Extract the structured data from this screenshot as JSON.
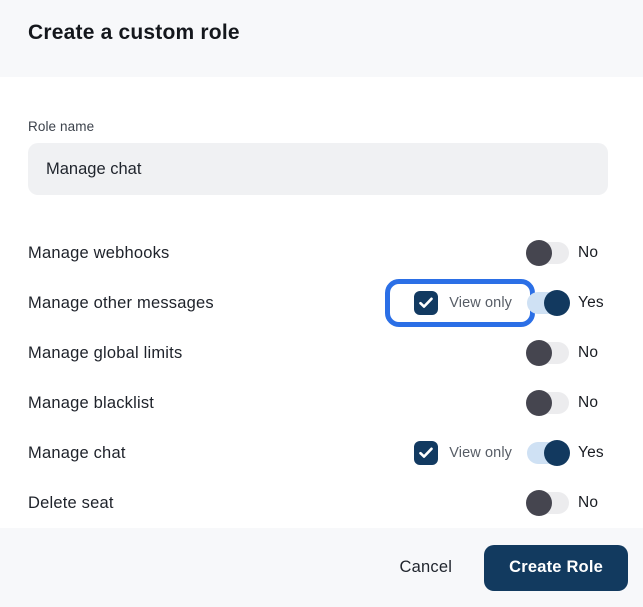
{
  "modal": {
    "title": "Create a custom role",
    "form": {
      "role_name_label": "Role name",
      "role_name_value": "Manage chat"
    },
    "permissions": [
      {
        "label": "Manage webhooks",
        "toggle_state": "off",
        "toggle_label": "No",
        "view_only": null,
        "checked": false,
        "highlighted": false
      },
      {
        "label": "Manage other messages",
        "toggle_state": "on",
        "toggle_label": "Yes",
        "view_only": "View only",
        "checked": true,
        "highlighted": true
      },
      {
        "label": "Manage global limits",
        "toggle_state": "off",
        "toggle_label": "No",
        "view_only": null,
        "checked": false,
        "highlighted": false
      },
      {
        "label": "Manage blacklist",
        "toggle_state": "off",
        "toggle_label": "No",
        "view_only": null,
        "checked": false,
        "highlighted": false
      },
      {
        "label": "Manage chat",
        "toggle_state": "on",
        "toggle_label": "Yes",
        "view_only": "View only",
        "checked": true,
        "highlighted": false
      },
      {
        "label": "Delete seat",
        "toggle_state": "off",
        "toggle_label": "No",
        "view_only": null,
        "checked": false,
        "highlighted": false
      }
    ],
    "footer": {
      "cancel_label": "Cancel",
      "create_label": "Create Role"
    },
    "colors": {
      "accent_navy": "#123a5f",
      "highlight_blue": "#2b6fe6",
      "checkbox_navy": "#123a61",
      "toggle_off_knob": "#45454f",
      "toggle_off_track": "#ececee",
      "toggle_on_track": "#cfe1f4",
      "toggle_on_knob": "#12395f",
      "header_footer_bg": "#f7f8fa",
      "input_bg": "#f0f1f3"
    }
  }
}
